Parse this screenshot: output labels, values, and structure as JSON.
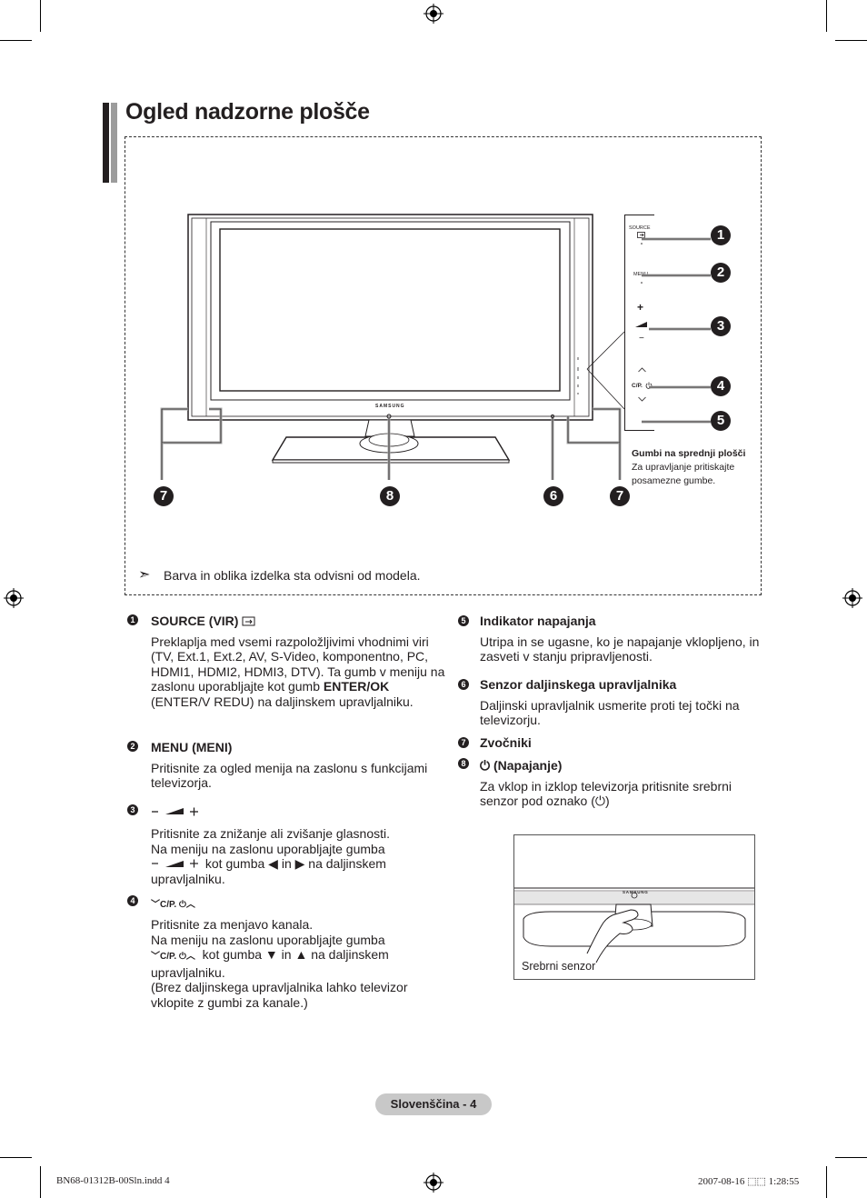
{
  "title": "Ogled nadzorne plošče",
  "panel": {
    "source": "SOURCE",
    "menu": "MENU",
    "plus": "+",
    "minus": "−",
    "cp": "C/P.",
    "caption_title": "Gumbi na sprednji plošči",
    "caption_text": "Za upravljanje pritiskajte posamezne gumbe."
  },
  "brand": "SAMSUNG",
  "callouts": [
    "1",
    "2",
    "3",
    "4",
    "5",
    "6",
    "7",
    "8"
  ],
  "note": "Barva in oblika izdelka sta odvisni od modela.",
  "items": {
    "i1": {
      "num": "1",
      "head": "SOURCE (VIR)",
      "text": "Preklaplja med vsemi razpoložljivimi vhodnimi viri (TV, Ext.1, Ext.2, AV, S-Video, komponentno, PC, HDMI1, HDMI2, HDMI3, DTV). Ta gumb v meniju na zaslonu uporabljajte kot gumb",
      "bold": "ENTER/OK",
      "tail": "(ENTER/V REDU) na daljinskem upravljalniku."
    },
    "i2": {
      "num": "2",
      "head": "MENU (MENI)",
      "text": "Pritisnite za ogled menija na zaslonu s funkcijami televizorja."
    },
    "i3": {
      "num": "3",
      "text1": "Pritisnite za znižanje ali zvišanje glasnosti.",
      "text2": "Na meniju na zaslonu uporabljajte gumba",
      "text3": "kot gumba",
      "in": "in",
      "text4": "na daljinskem upravljalniku."
    },
    "i4": {
      "num": "4",
      "cp": "C/P.",
      "text1": "Pritisnite za menjavo kanala.",
      "text2": "Na meniju na zaslonu uporabljajte gumba",
      "text3": "kot gumba",
      "in": "in",
      "text4": "na daljinskem upravljalniku.",
      "text5": "(Brez daljinskega upravljalnika lahko televizor vklopite z gumbi za kanale.)"
    },
    "i5": {
      "num": "5",
      "head": "Indikator napajanja",
      "text": "Utripa in se ugasne, ko je napajanje vklopljeno, in zasveti v stanju pripravljenosti."
    },
    "i6": {
      "num": "6",
      "head": "Senzor daljinskega upravljalnika",
      "text": "Daljinski upravljalnik usmerite proti tej točki na televizorju."
    },
    "i7": {
      "num": "7",
      "head": "Zvočniki"
    },
    "i8": {
      "num": "8",
      "head": "(Napajanje)",
      "text": "Za vklop in izklop televizorja pritisnite srebrni senzor pod oznako (",
      "close": ")"
    }
  },
  "sensor_label": "Srebrni senzor",
  "page_label": "Slovenščina - 4",
  "footer_left": "BN68-01312B-00Sln.indd   4",
  "footer_right": "2007-08-16   ⬚⬚ 1:28:55"
}
